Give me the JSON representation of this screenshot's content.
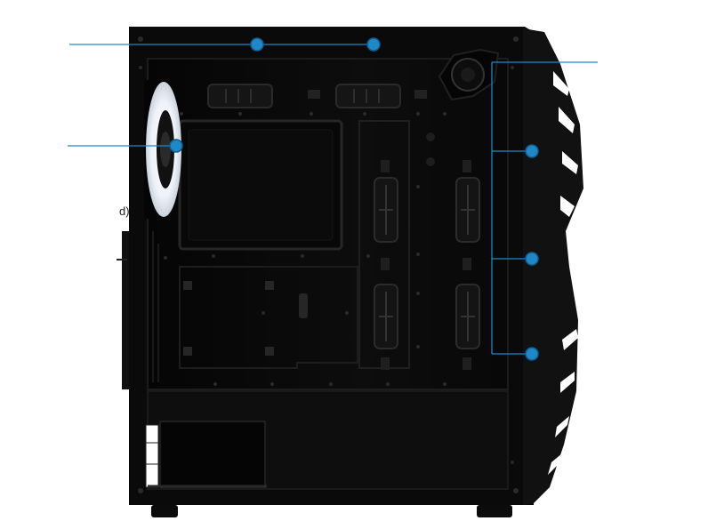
{
  "colors": {
    "callout": "#1e88c8",
    "case": "#0b0b0b",
    "background": "#ffffff"
  },
  "labels": {
    "clipped_text": "d)"
  },
  "callouts": {
    "top_fans_count": 2,
    "rear_fan_count": 1,
    "front_fans_count": 3
  }
}
